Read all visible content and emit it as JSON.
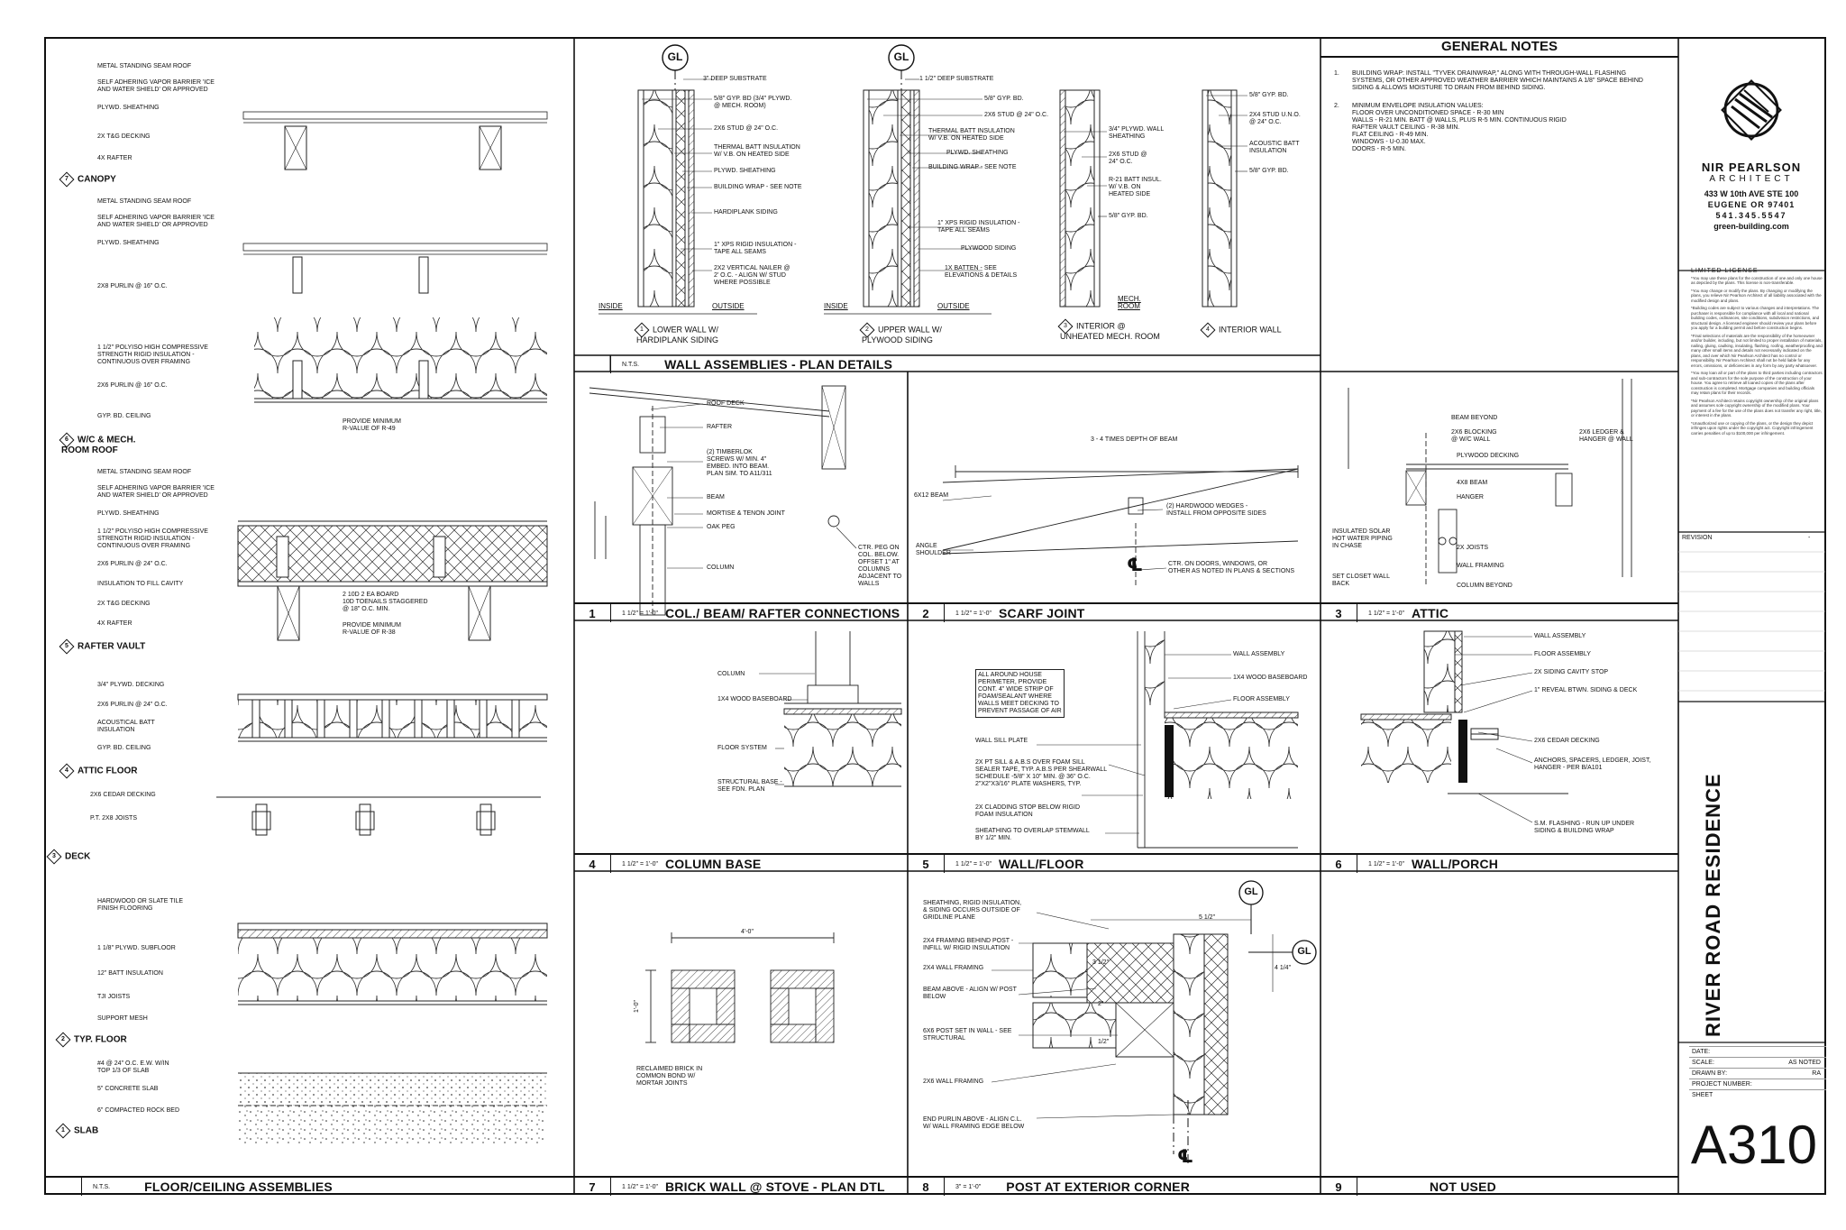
{
  "sheet": {
    "project_title": "RIVER ROAD RESIDENCE",
    "sheet_number": "A310"
  },
  "firm": {
    "name": "NIR PEARLSON",
    "subtitle": "ARCHITECT",
    "address1": "433 W 10th AVE STE 100",
    "address2": "EUGENE OR 97401",
    "phone": "541.345.5547",
    "web": "green-building.com"
  },
  "license": {
    "title": "LIMITED LICENSE",
    "paragraphs": [
      "*You may use these plans for the construction of one and only one house as depicted by the plans. This license is non-transferable.",
      "*You may change or modify the plans. By changing or modifying the plans, you relieve Nir Pearlson Architect of all liability associated with the modified design and plans.",
      "*Building codes are subject to various changes and interpretations. The purchaser is responsible for compliance with all local and national building codes, ordinances, site conditions, subdivision restrictions, and structural design. A licensed engineer should review your plans before you apply for a building permit and before construction begins.",
      "*Final selections of materials are the responsibility of the homeowner and/or builder, including, but not limited to proper installation of materials, nailing, gluing, caulking, insulating, flashing, roofing, weatherproofing and many other small items and details not necessarily indicated on the plans, and over which Nir Pearlson Architect has no control or responsibility. Nir Pearlson Architect shall not be held liable for any errors, omissions, or deficiencies in any form by any party whatsoever.",
      "*You may loan all or part of the plans to third parties including contractors and sub-contractors for the sole purpose of the construction of your house. You agree to retrieve all loaned copies of the plans after construction is completed. Mortgage companies and building officials may retain plans for their records.",
      "*Nir Pearlson Architect retains copyright ownership of the original plans and assumes sole copyright ownership of the modified plans. Your payment of a fee for the use of the plans does not transfer any right, title, or interest in the plans.",
      "*Unauthorized use or copying of the plans, or the design they depict infringes upon rights under the copyright act. Copyright infringement carries penalties of up to $100,000 per infringement."
    ]
  },
  "titleblock": {
    "revision_label": "REVISION",
    "revision_value": "-",
    "date_label": "DATE:",
    "date_value": "",
    "scale_label": "SCALE:",
    "scale_value": "AS NOTED",
    "drawn_label": "DRAWN BY:",
    "drawn_value": "RA",
    "project_label": "PROJECT NUMBER:",
    "project_value": "",
    "sheet_label": "SHEET"
  },
  "general_notes": {
    "title": "GENERAL NOTES",
    "note1_num": "1.",
    "note1": "BUILDING WRAP: INSTALL \"TYVEK DRAINWRAP,\" ALONG WITH THROUGH-WALL FLASHING\nSYSTEMS, OR OTHER APPROVED WEATHER BARRIER WHICH MAINTAINS A 1/8\" SPACE BEHIND\nSIDING & ALLOWS MOISTURE TO DRAIN FROM BEHIND SIDING.",
    "note2_num": "2.",
    "note2": "MINIMUM ENVELOPE INSULATION VALUES:\nFLOOR OVER UNCONDITIONED SPACE - R-30 MIN\nWALLS - R-21 MIN. BATT @ WALLS, PLUS R-5 MIN. CONTINUOUS RIGID\nRAFTER VAULT CEILING - R-38 MIN.\nFLAT CEILING - R-49 MIN.\nWINDOWS - U-0.30 MAX.\nDOORS - R-5 MIN."
  },
  "detail_titles": {
    "floor_ceiling": {
      "num": "",
      "scale": "N.T.S.",
      "title": "FLOOR/CEILING ASSEMBLIES"
    },
    "wall_assemblies": {
      "num": "",
      "scale": "N.T.S.",
      "title": "WALL ASSEMBLIES - PLAN DETAILS"
    },
    "d1": {
      "num": "1",
      "scale": "1 1/2\" = 1'-0\"",
      "title": "COL./ BEAM/ RAFTER CONNECTIONS"
    },
    "d2": {
      "num": "2",
      "scale": "1 1/2\" = 1'-0\"",
      "title": "SCARF JOINT"
    },
    "d3": {
      "num": "3",
      "scale": "1 1/2\" = 1'-0\"",
      "title": "ATTIC"
    },
    "d4": {
      "num": "4",
      "scale": "1 1/2\" = 1'-0\"",
      "title": "COLUMN BASE"
    },
    "d5": {
      "num": "5",
      "scale": "1 1/2\" = 1'-0\"",
      "title": "WALL/FLOOR"
    },
    "d6": {
      "num": "6",
      "scale": "1 1/2\" = 1'-0\"",
      "title": "WALL/PORCH"
    },
    "d7": {
      "num": "7",
      "scale": "1 1/2\" = 1'-0\"",
      "title": "BRICK WALL @ STOVE - PLAN DTL"
    },
    "d8": {
      "num": "8",
      "scale": "3\" = 1'-0\"",
      "title": "POST AT EXTERIOR CORNER"
    },
    "d9": {
      "num": "9",
      "scale": "",
      "title": "NOT USED"
    }
  },
  "floor_assemblies": {
    "canopy": {
      "tag": "7",
      "name": "CANOPY"
    },
    "wc_roof": {
      "tag": "6",
      "name": "W/C & MECH.\nROOM ROOF"
    },
    "rafter_vault": {
      "tag": "5",
      "name": "RAFTER VAULT"
    },
    "attic_floor": {
      "tag": "4",
      "name": "ATTIC FLOOR"
    },
    "deck": {
      "tag": "3",
      "name": "DECK"
    },
    "typ_floor": {
      "tag": "2",
      "name": "TYP. FLOOR"
    },
    "slab": {
      "tag": "1",
      "name": "SLAB"
    },
    "labels": {
      "l1": "METAL STANDING SEAM ROOF",
      "l2": "SELF ADHERING VAPOR BARRIER 'ICE\nAND WATER SHIELD' OR APPROVED",
      "l3": "PLYWD. SHEATHING",
      "l4": "2X T&G DECKING",
      "l5": "4X RAFTER",
      "l6": "METAL STANDING SEAM ROOF",
      "l7": "SELF ADHERING VAPOR BARRIER 'ICE\nAND WATER SHIELD' OR APPROVED",
      "l8": "PLYWD. SHEATHING",
      "l9": "2X8 PURLIN @ 16\" O.C.",
      "l10": "1 1/2\" POLYISO HIGH COMPRESSIVE\nSTRENGTH RIGID INSULATION -\nCONTINUOUS OVER FRAMING",
      "l11": "2X6 PURLIN @ 16\" O.C.",
      "l12": "GYP. BD. CEILING",
      "l13": "PROVIDE MINIMUM\nR-VALUE OF R-49",
      "l14": "METAL STANDING SEAM ROOF",
      "l15": "SELF ADHERING VAPOR BARRIER 'ICE\nAND WATER SHIELD' OR APPROVED",
      "l16": "PLYWD. SHEATHING",
      "l17": "1 1/2\" POLYISO HIGH COMPRESSIVE\nSTRENGTH RIGID INSULATION -\nCONTINUOUS OVER FRAMING",
      "l18": "2X6 PURLIN @ 24\" O.C.",
      "l19": "INSULATION TO FILL CAVITY",
      "l20": "2X T&G DECKING",
      "l21": "4X RAFTER",
      "l22": "2 10d 2 EA BOARD\n10d TOENAILS STAGGERED\n@ 18\" O.C. MIN.",
      "l23": "PROVIDE MINIMUM\nR-VALUE OF R-38",
      "l24": "3/4\" PLYWD. DECKING",
      "l25": "2X6 PURLIN @ 24\" O.C.",
      "l26": "ACOUSTICAL BATT\nINSULATION",
      "l27": "GYP. BD. CEILING",
      "l28": "2X6 CEDAR DECKING",
      "l29": "P.T. 2X8 JOISTS",
      "l30": "HARDWOOD OR SLATE TILE\nFINISH FLOORING",
      "l31": "1 1/8\" PLYWD. SUBFLOOR",
      "l32": "12\" BATT INSULATION",
      "l33": "TJI JOISTS",
      "l34": "SUPPORT MESH",
      "l35": "#4 @ 24\" O.C. E.W. W/IN\nTOP 1/3 OF SLAB",
      "l36": "5\" CONCRETE SLAB",
      "l37": "6\" COMPACTED ROCK BED"
    }
  },
  "wall_assemblies": {
    "gl": "GL",
    "inside": "INSIDE",
    "outside": "OUTSIDE",
    "w1_name": "LOWER WALL W/\nHARDIPLANK SIDING",
    "w2_name": "UPPER WALL W/\nPLYWOOD SIDING",
    "w3_name": "INTERIOR @\nUNHEATED MECH. ROOM",
    "w4_name": "INTERIOR WALL",
    "mech_room": "MECH.\nROOM",
    "w1": {
      "a": "3\" DEEP SUBSTRATE",
      "b": "5/8\" GYP. BD (3/4\" PLYWD.\n@ MECH. ROOM)",
      "c": "2X6 STUD @ 24\" O.C.",
      "d": "THERMAL BATT INSULATION\nW/ V.B. ON HEATED SIDE",
      "e": "PLYWD. SHEATHING",
      "f": "BUILDING WRAP - SEE NOTE",
      "g": "HARDIPLANK SIDING",
      "h": "1\" XPS RIGID INSULATION -\nTAPE ALL SEAMS",
      "i": "2X2 VERTICAL NAILER @\n2' O.C. - ALIGN W/ STUD\nWHERE POSSIBLE"
    },
    "w2": {
      "a": "1 1/2\" DEEP SUBSTRATE",
      "b": "5/8\" GYP. BD.",
      "c": "2X6 STUD @ 24\" O.C.",
      "d": "THERMAL BATT INSULATION\nW/ V.B. ON HEATED SIDE",
      "e": "PLYWD. SHEATHING",
      "f": "BUILDING WRAP - SEE NOTE",
      "g": "1\" XPS RIGID INSULATION -\nTAPE ALL SEAMS",
      "h": "PLYWOOD SIDING",
      "i": "1X BATTEN - SEE\nELEVATIONS & DETAILS"
    },
    "w3": {
      "a": "3/4\" PLYWD. WALL\nSHEATHING",
      "b": "2X6 STUD @\n24\" O.C.",
      "c": "R-21 BATT INSUL.\nW/ V.B. ON\nHEATED SIDE",
      "d": "5/8\" GYP. BD."
    },
    "w4": {
      "a": "5/8\" GYP. BD.",
      "b": "2X4 STUD U.N.O.\n@ 24\" O.C.",
      "c": "ACOUSTIC BATT\nINSULATION",
      "d": "5/8\" GYP. BD."
    }
  },
  "detail1": {
    "a": "ROOF DECK",
    "b": "RAFTER",
    "c": "(2) TIMBERLOK\nSCREWS W/ MIN. 4\"\nEMBED. INTO BEAM.\nPLAN SIM. TO A11/311",
    "d": "BEAM",
    "e": "MORTISE & TENON JOINT",
    "f": "OAK PEG",
    "g": "COLUMN",
    "h": "CTR. PEG ON\nCOL. BELOW.\nOFFSET 1\" AT\nCOLUMNS\nADJACENT TO\nWALLS"
  },
  "detail2": {
    "a": "3 - 4 TIMES DEPTH OF BEAM",
    "b": "6X12 BEAM",
    "c": "(2) HARDWOOD WEDGES -\nINSTALL FROM OPPOSITE SIDES",
    "d": "ANGLE\nSHOULDER",
    "e": "CTR. ON DOORS, WINDOWS, OR\nOTHER AS NOTED IN PLANS & SECTIONS"
  },
  "detail3": {
    "a": "BEAM BEYOND",
    "b": "2X6 BLOCKING\n@ W/C WALL",
    "c": "2X6 LEDGER &\nHANGER @ WALL",
    "d": "PLYWOOD DECKING",
    "e": "4X8 BEAM",
    "f": "HANGER",
    "g": "INSULATED SOLAR\nHOT WATER PIPING\nIN CHASE",
    "h": "2X JOISTS",
    "i": "WALL FRAMING",
    "j": "SET CLOSET WALL\nBACK",
    "k": "COLUMN BEYOND"
  },
  "detail4": {
    "a": "COLUMN",
    "b": "1X4 WOOD BASEBOARD",
    "c": "FLOOR SYSTEM",
    "d": "STRUCTURAL BASE -\nSEE FDN. PLAN"
  },
  "detail5": {
    "a": "ALL AROUND HOUSE\nPERIMETER, PROVIDE\nCONT. 4\" WIDE STRIP OF\nFOAM/SEALANT WHERE\nWALLS MEET DECKING TO\nPREVENT PASSAGE OF AIR",
    "b": "WALL SILL PLATE",
    "c": "2X PT SILL & A.B.s OVER FOAM SILL\nSEALER TAPE, TYP. A.B.s PER SHEARWALL\nSCHEDULE -5/8\" x 10\" MIN. @ 36\" O.C.\n2\"x2\"x3/16\" PLATE WASHERS, TYP.",
    "d": "2X CLADDING STOP BELOW RIGID\nFOAM INSULATION",
    "e": "SHEATHING TO OVERLAP STEMWALL\nBY 1/2\" MIN.",
    "f": "WALL ASSEMBLY",
    "g": "1X4 WOOD BASEBOARD",
    "h": "FLOOR ASSEMBLY"
  },
  "detail6": {
    "a": "WALL ASSEMBLY",
    "b": "FLOOR ASSEMBLY",
    "c": "2X SIDING CAVITY STOP",
    "d": "1\" REVEAL BTWN. SIDING & DECK",
    "e": "2X6 CEDAR DECKING",
    "f": "ANCHORS, SPACERS, LEDGER, JOIST,\nHANGER - PER B/A101",
    "g": "S.M. FLASHING - RUN UP UNDER\nSIDING & BUILDING WRAP"
  },
  "detail7": {
    "dim": "4'-0\"",
    "dim2": "1'-0\"",
    "a": "RECLAIMED BRICK IN\nCOMMON BOND W/\nMORTAR JOINTS"
  },
  "detail8": {
    "a": "SHEATHING, RIGID INSULATION,\n& SIDING OCCURS OUTSIDE OF\nGRIDLINE PLANE",
    "b": "2X4 FRAMING BEHIND POST -\nINFILL W/ RIGID INSULATION",
    "c": "2X4 WALL FRAMING",
    "d": "BEAM ABOVE - ALIGN W/ POST\nBELOW",
    "e": "6X6 POST SET IN WALL - SEE\nSTRUCTURAL",
    "f": "2X6 WALL FRAMING",
    "g": "END PURLIN ABOVE - ALIGN C.L.\nW/ WALL FRAMING EDGE BELOW",
    "dim1": "5 1/2\"",
    "dim2": "4 1/4\"",
    "dim3": "3 1/2\"",
    "dim4": "2\"",
    "dim5": "1/2\"",
    "gl": "GL"
  },
  "wall_tags": {
    "t1": "1",
    "t2": "2",
    "t3": "3",
    "t4": "4"
  }
}
